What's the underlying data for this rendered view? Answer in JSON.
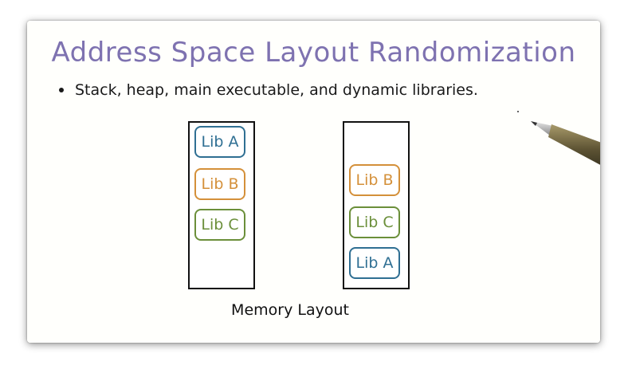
{
  "slide": {
    "title": "Address Space Layout Randomization",
    "bullet": "Stack, heap, main executable, and dynamic libraries.",
    "caption": "Memory Layout"
  },
  "columns": {
    "left": [
      {
        "label": "Lib A",
        "color": "#2f6f93"
      },
      {
        "label": "Lib B",
        "color": "#d4903a"
      },
      {
        "label": "Lib C",
        "color": "#6b8f3a"
      }
    ],
    "right": [
      {
        "label": "Lib B",
        "color": "#d4903a"
      },
      {
        "label": "Lib C",
        "color": "#6b8f3a"
      },
      {
        "label": "Lib A",
        "color": "#2f6f93"
      }
    ]
  },
  "colors": {
    "title": "#7e72b0",
    "libA": "#2f6f93",
    "libB": "#d4903a",
    "libC": "#6b8f3a"
  },
  "icons": {
    "pen": "pen-icon"
  }
}
